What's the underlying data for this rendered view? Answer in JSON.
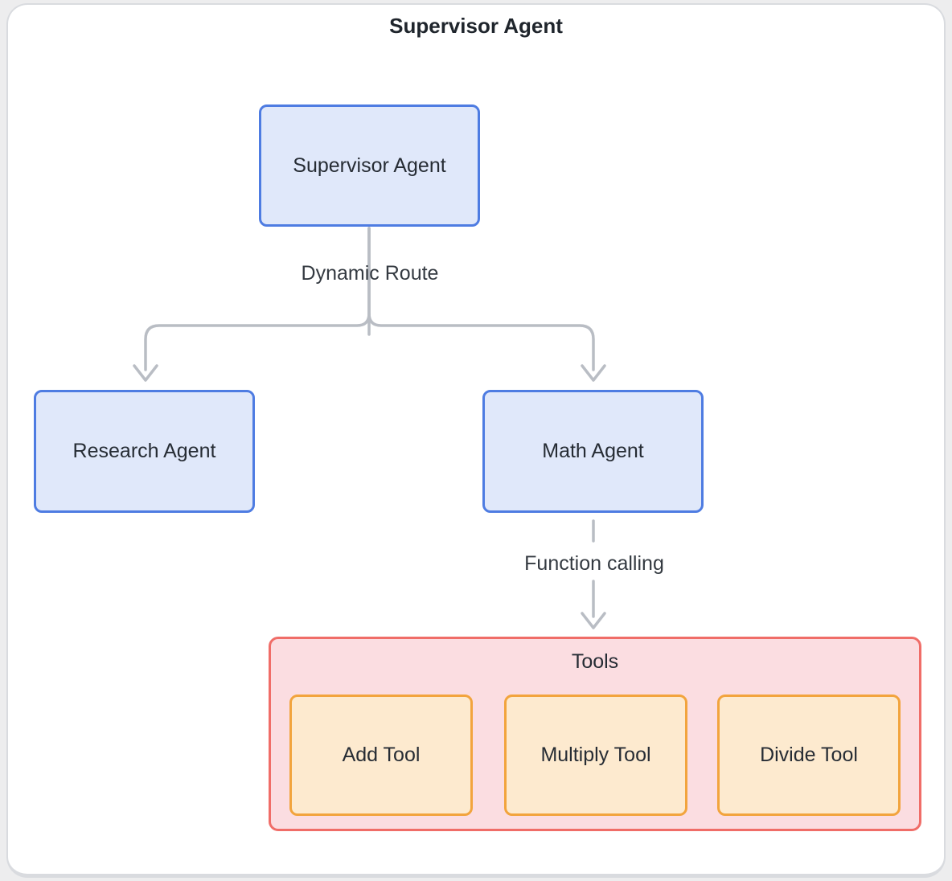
{
  "diagram": {
    "title": "Supervisor Agent",
    "nodes": {
      "supervisor": {
        "label": "Supervisor Agent"
      },
      "research": {
        "label": "Research Agent"
      },
      "math": {
        "label": "Math Agent"
      }
    },
    "edges": {
      "dynamic_route": {
        "label": "Dynamic Route",
        "from": "supervisor",
        "to": [
          "research",
          "math"
        ]
      },
      "function_calling": {
        "label": "Function calling",
        "from": "math",
        "to": "tools",
        "style": "dashed"
      }
    },
    "tools_group": {
      "label": "Tools",
      "tools": [
        {
          "label": "Add Tool"
        },
        {
          "label": "Multiply Tool"
        },
        {
          "label": "Divide Tool"
        }
      ]
    }
  },
  "colors": {
    "agent-fill": "#e0e8fa",
    "agent-border": "#4e7ce2",
    "tools-fill": "#fbdde1",
    "tools-border": "#f06d68",
    "tool-fill": "#fdeacf",
    "tool-border": "#f2a43d",
    "edge": "#b9bdc4",
    "text": "#262c34",
    "label-text": "#343a41",
    "title-text": "#1f252c",
    "frame-border": "#d9dbdf",
    "page-bg": "#ededee"
  }
}
